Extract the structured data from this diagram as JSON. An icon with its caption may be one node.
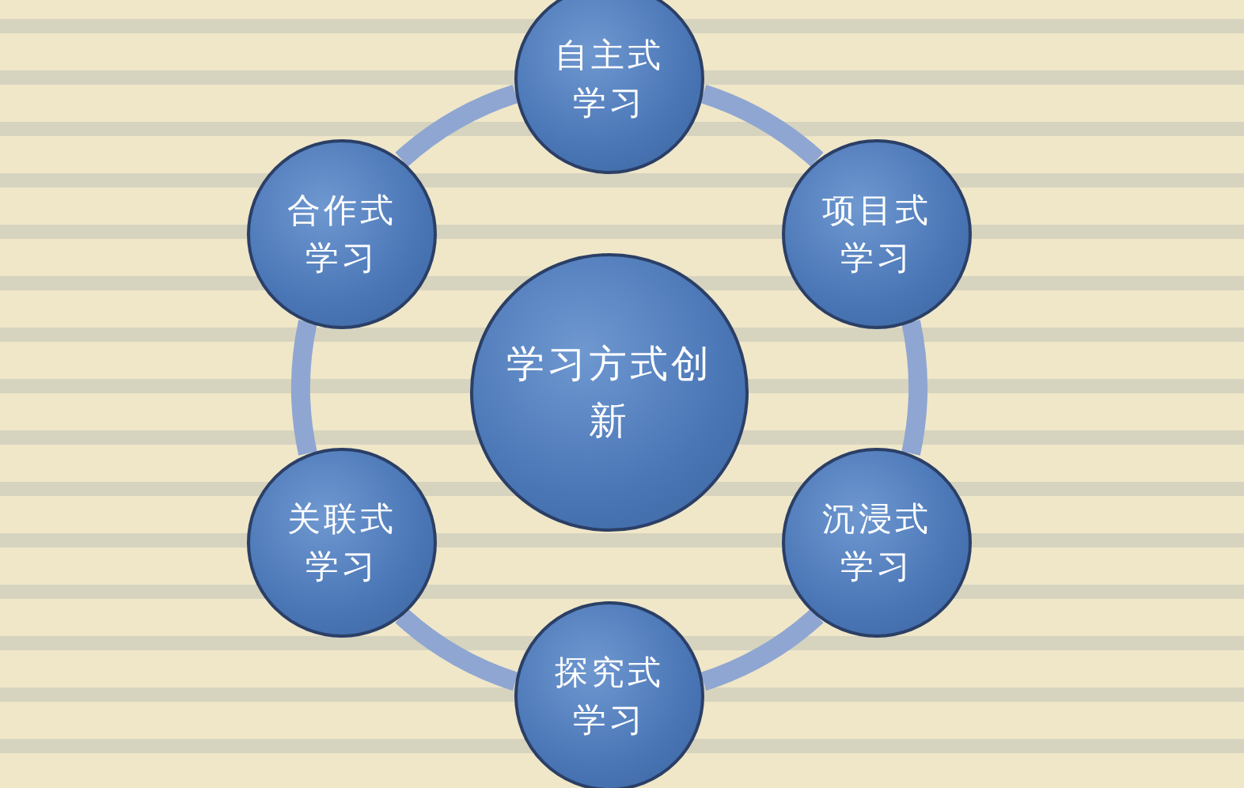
{
  "diagram": {
    "nodes": [
      {
        "text": [
          "学习方式创新"
        ]
      },
      {
        "text": [
          "自主式学习"
        ]
      },
      {
        "text": [
          "项目式学习"
        ]
      },
      {
        "text": [
          "沉浸式学习"
        ]
      },
      {
        "text": [
          "探究式学习"
        ]
      },
      {
        "text": [
          "关联式学习"
        ]
      },
      {
        "text": [
          "合作式学习"
        ]
      }
    ],
    "edges": [
      {
        "from": 1,
        "to": 2,
        "arrow": "none"
      },
      {
        "from": 2,
        "to": 3,
        "arrow": "none"
      },
      {
        "from": 3,
        "to": 4,
        "arrow": "none"
      },
      {
        "from": 4,
        "to": 5,
        "arrow": "none"
      },
      {
        "from": 5,
        "to": 6,
        "arrow": "none"
      },
      {
        "from": 6,
        "to": 1,
        "arrow": "none"
      }
    ]
  }
}
